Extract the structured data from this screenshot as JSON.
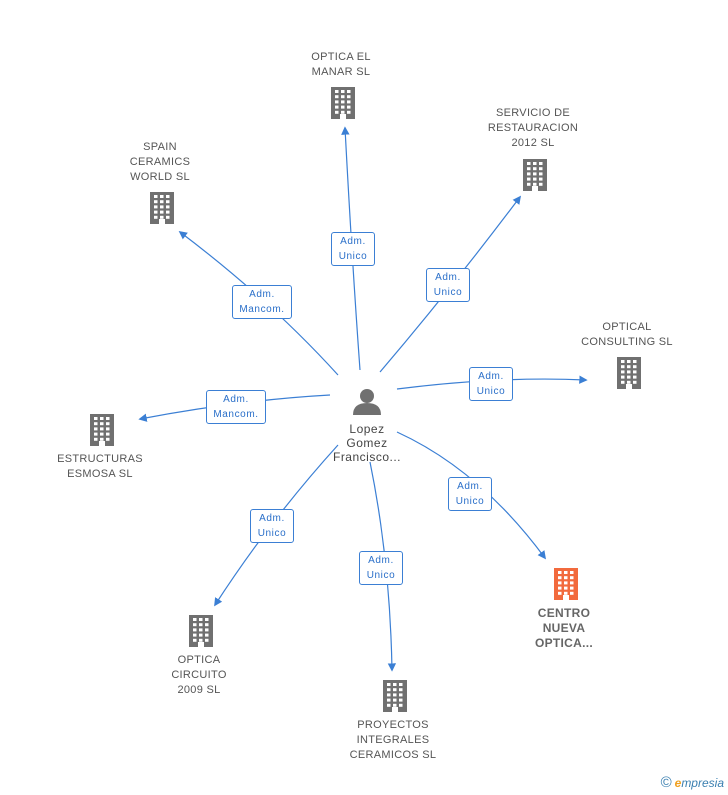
{
  "center": {
    "name_lines": [
      "Lopez",
      "Gomez",
      "Francisco..."
    ]
  },
  "companies": [
    {
      "id": "optica-el-manar",
      "lines": [
        "OPTICA EL",
        "MANAR SL"
      ]
    },
    {
      "id": "servicio-restauracion",
      "lines": [
        "SERVICIO DE",
        "RESTAURACION",
        "2012 SL"
      ]
    },
    {
      "id": "spain-ceramics",
      "lines": [
        "SPAIN",
        "CERAMICS",
        "WORLD  SL"
      ]
    },
    {
      "id": "optical-consulting",
      "lines": [
        "OPTICAL",
        "CONSULTING SL"
      ]
    },
    {
      "id": "estructuras-esmosa",
      "lines": [
        "ESTRUCTURAS",
        "ESMOSA SL"
      ]
    },
    {
      "id": "centro-nueva-optica",
      "lines": [
        "CENTRO",
        "NUEVA",
        "OPTICA..."
      ],
      "highlight": true
    },
    {
      "id": "optica-circuito",
      "lines": [
        "OPTICA",
        "CIRCUITO",
        "2009 SL"
      ]
    },
    {
      "id": "proyectos-integrales",
      "lines": [
        "PROYECTOS",
        "INTEGRALES",
        "CERAMICOS SL"
      ]
    }
  ],
  "relations": [
    {
      "target": "optica-el-manar",
      "lines": [
        "Adm.",
        "Unico"
      ]
    },
    {
      "target": "servicio-restauracion",
      "lines": [
        "Adm.",
        "Unico"
      ]
    },
    {
      "target": "spain-ceramics",
      "lines": [
        "Adm.",
        "Mancom."
      ]
    },
    {
      "target": "optical-consulting",
      "lines": [
        "Adm.",
        "Unico"
      ]
    },
    {
      "target": "estructuras-esmosa",
      "lines": [
        "Adm.",
        "Mancom."
      ]
    },
    {
      "target": "centro-nueva-optica",
      "lines": [
        "Adm.",
        "Unico"
      ]
    },
    {
      "target": "optica-circuito",
      "lines": [
        "Adm.",
        "Unico"
      ]
    },
    {
      "target": "proyectos-integrales",
      "lines": [
        "Adm.",
        "Unico"
      ]
    }
  ],
  "colors": {
    "edge": "#3b7fd4",
    "building": "#707070",
    "highlight": "#f26a3d",
    "person": "#707070"
  },
  "footer": {
    "copyright": "©",
    "brand_initial": "e",
    "brand_rest": "mpresia"
  }
}
